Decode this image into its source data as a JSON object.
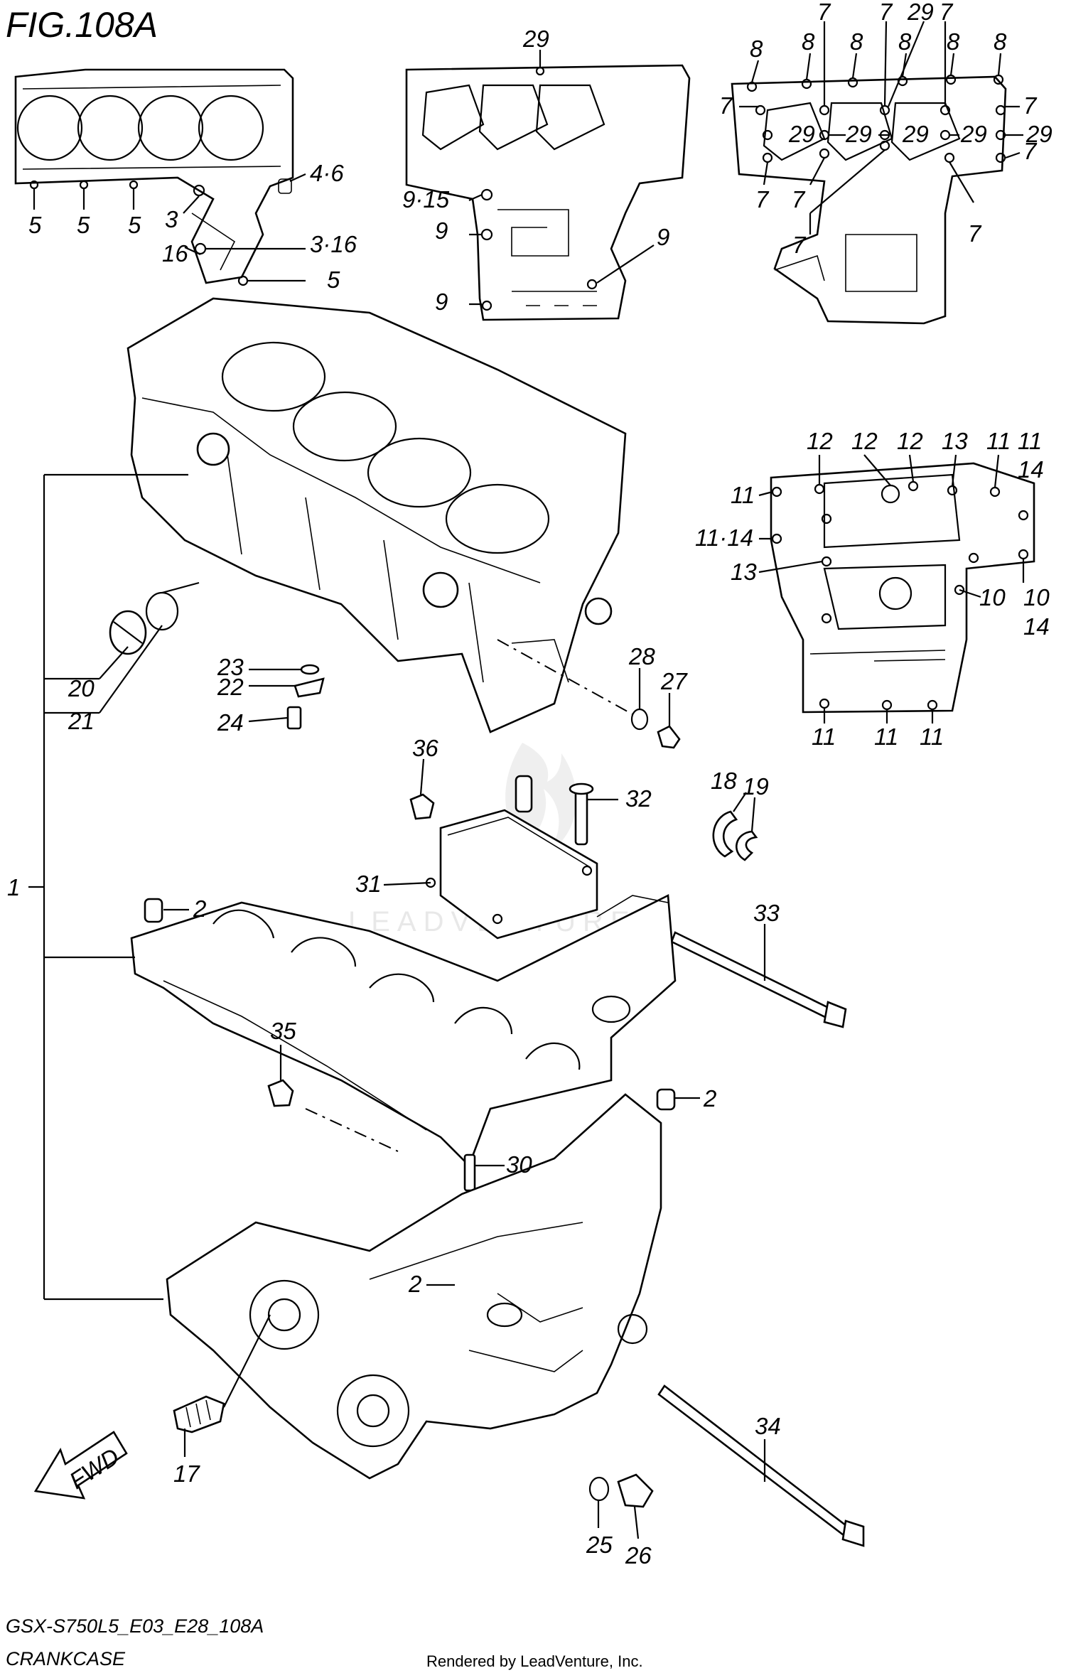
{
  "figure": {
    "title": "FIG.108A",
    "model_code": "GSX-S750L5_E03_E28_108A",
    "section_name": "CRANKCASE",
    "credit": "Rendered by LeadVenture, Inc.",
    "watermark": "LEADVENTURE",
    "fwd_label": "FWD"
  },
  "callouts": {
    "c1": "1",
    "c2a": "2",
    "c2b": "2",
    "c2c": "2",
    "c3": "3",
    "c3_16": "3·16",
    "c4_6": "4·6",
    "c5a": "5",
    "c5b": "5",
    "c5c": "5",
    "c5d": "5",
    "c7a": "7",
    "c7b": "7",
    "c7c": "7",
    "c7d": "7",
    "c7e": "7",
    "c7f": "7",
    "c7g": "7",
    "c7h": "7",
    "c7i": "7",
    "c7j": "7",
    "c8a": "8",
    "c8b": "8",
    "c8c": "8",
    "c8d": "8",
    "c8e": "8",
    "c8f": "8",
    "c9_15": "9·15",
    "c9a": "9",
    "c9b": "9",
    "c9c": "9",
    "c10a": "10",
    "c10_14": "10",
    "c11a": "11",
    "c11_14a": "11·14",
    "c11b": "11",
    "c11c": "11",
    "c11d": "11",
    "c11e": "11",
    "c11_14b": "11",
    "c14a": "14",
    "c14b": "14",
    "c12a": "12",
    "c12b": "12",
    "c12c": "12",
    "c13a": "13",
    "c13b": "13",
    "c16": "16",
    "c17": "17",
    "c18": "18",
    "c19": "19",
    "c20": "20",
    "c21": "21",
    "c22": "22",
    "c23": "23",
    "c24": "24",
    "c25": "25",
    "c26": "26",
    "c27": "27",
    "c28": "28",
    "c29a": "29",
    "c29b": "29",
    "c29c": "29",
    "c29d": "29",
    "c29e": "29",
    "c29f": "29",
    "c29g": "29",
    "c30": "30",
    "c31": "31",
    "c32": "32",
    "c33": "33",
    "c34": "34",
    "c35": "35",
    "c36": "36"
  }
}
